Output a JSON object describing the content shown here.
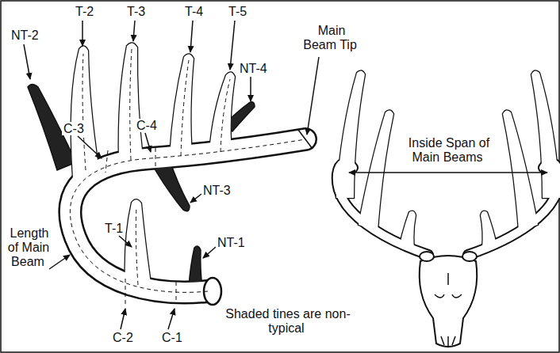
{
  "diagram": {
    "labels": [
      "T-2",
      "T-3",
      "T-4",
      "T-5",
      "NT-2",
      "Main Beam Tip",
      "NT-4",
      "C-3",
      "C-4",
      "NT-3",
      "T-1",
      "NT-1",
      "Length of Main Beam",
      "C-2",
      "C-1",
      "Shaded tines are non-typical",
      "Inside Span of Main Beams"
    ]
  }
}
